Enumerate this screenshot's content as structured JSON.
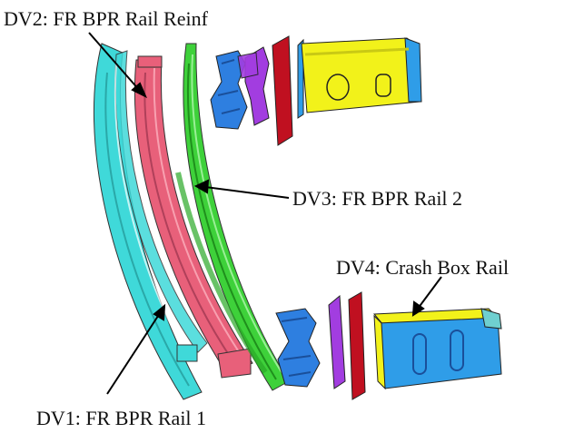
{
  "labels": {
    "dv1": "DV1: FR BPR Rail 1",
    "dv2": "DV2: FR BPR Rail Reinf",
    "dv3": "DV3: FR BPR Rail 2",
    "dv4": "DV4: Crash Box Rail"
  },
  "colors": {
    "rail1": "#3fd9d9",
    "reinf": "#e8607a",
    "rail2": "#3ed13a",
    "bracket": "#2e7fe0",
    "plate": "#a23de0",
    "flange": "#c01020",
    "crashbox_top": "#f2f21a",
    "crashbox_side": "#2f9de8",
    "edge": "#1a1a1a"
  }
}
